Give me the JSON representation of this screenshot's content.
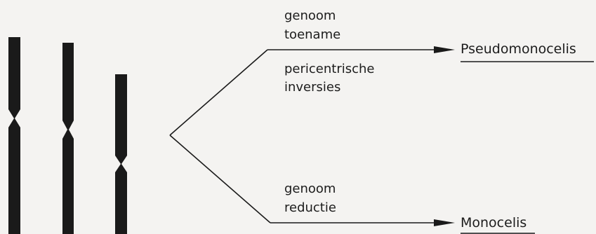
{
  "branch_top": {
    "label_line1": "genoom",
    "label_line2": "toename",
    "label_line3": "pericentrische",
    "label_line4": "inversies",
    "target": "Pseudomonocelis"
  },
  "branch_bottom": {
    "label_line1": "genoom",
    "label_line2": "reductie",
    "target": "Monocelis"
  }
}
